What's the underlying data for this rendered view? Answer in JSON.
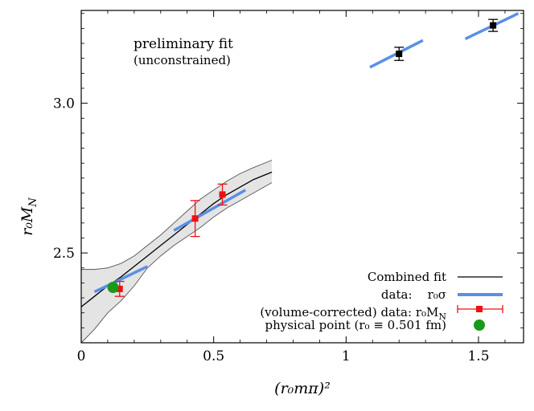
{
  "chart_data": {
    "type": "scatter",
    "xlabel": "(r₀mπ)²",
    "ylabel": "r₀M",
    "ylabel_sub": "N",
    "xlim": [
      0,
      1.67
    ],
    "ylim": [
      2.2,
      3.31
    ],
    "xticks": [
      "0",
      "0.5",
      "1",
      "1.5"
    ],
    "yticks": [
      "2.5",
      "3.0"
    ],
    "annotation": {
      "line1": "preliminary fit",
      "line2": "(unconstrained)"
    },
    "legend": [
      {
        "label": "Combined fit"
      },
      {
        "label": "data:    r₀σ"
      },
      {
        "label": "(volume-corrected) data: r₀M",
        "sub": "N"
      },
      {
        "label": "physical point (r₀ ≡ 0.501 fm)"
      }
    ],
    "fit_curve": {
      "x": [
        0.0,
        0.05,
        0.1,
        0.15,
        0.2,
        0.25,
        0.3,
        0.35,
        0.4,
        0.45,
        0.5,
        0.55,
        0.6,
        0.65,
        0.72
      ],
      "y": [
        2.32,
        2.355,
        2.39,
        2.42,
        2.455,
        2.49,
        2.525,
        2.56,
        2.595,
        2.63,
        2.665,
        2.695,
        2.72,
        2.745,
        2.77
      ],
      "band_upper": [
        2.445,
        2.445,
        2.45,
        2.465,
        2.49,
        2.525,
        2.56,
        2.6,
        2.64,
        2.68,
        2.71,
        2.74,
        2.765,
        2.785,
        2.81
      ],
      "band_lower": [
        2.2,
        2.245,
        2.3,
        2.34,
        2.39,
        2.45,
        2.49,
        2.525,
        2.555,
        2.585,
        2.62,
        2.65,
        2.675,
        2.7,
        2.735
      ]
    },
    "series": [
      {
        "type": "line-segments",
        "color": "#5a8fe6",
        "segments": [
          {
            "x": [
              0.05,
              0.25
            ],
            "y": [
              2.37,
              2.455
            ]
          },
          {
            "x": [
              0.35,
              0.62
            ],
            "y": [
              2.575,
              2.71
            ]
          },
          {
            "x": [
              1.09,
              1.29
            ],
            "y": [
              3.12,
              3.21
            ]
          },
          {
            "x": [
              1.45,
              1.65
            ],
            "y": [
              3.215,
              3.3
            ]
          }
        ]
      },
      {
        "type": "errorbar",
        "color": "#ee1111",
        "points": [
          {
            "x": 0.145,
            "y": 2.38,
            "err": 0.025
          },
          {
            "x": 0.43,
            "y": 2.615,
            "err": 0.06
          },
          {
            "x": 0.533,
            "y": 2.695,
            "err": 0.035
          }
        ]
      },
      {
        "type": "errorbar",
        "color": "#000000",
        "points": [
          {
            "x": 1.2,
            "y": 3.165,
            "err": 0.022
          },
          {
            "x": 1.555,
            "y": 3.26,
            "err": 0.02
          }
        ]
      },
      {
        "type": "point",
        "color": "#1a9a1a",
        "points": [
          {
            "x": 0.12,
            "y": 2.385
          }
        ]
      }
    ]
  }
}
